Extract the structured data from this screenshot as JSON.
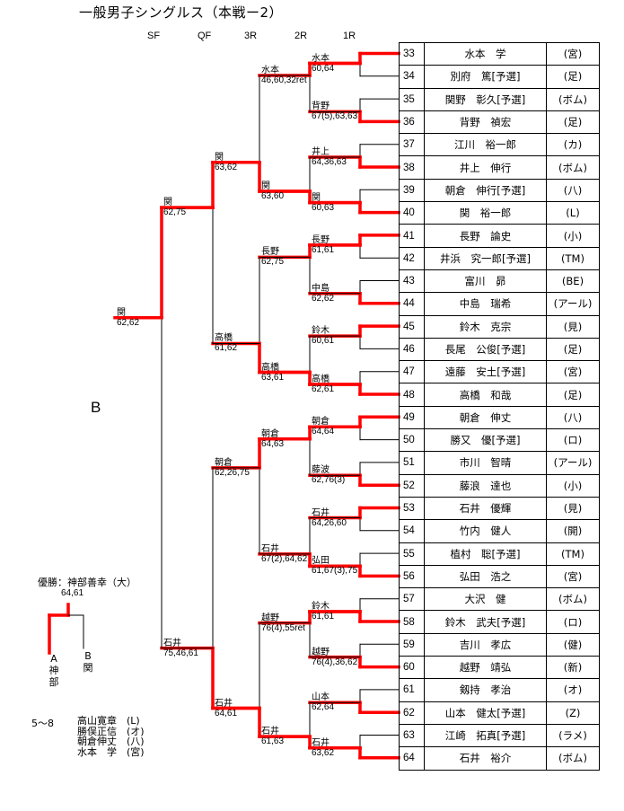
{
  "title": "一般男子シングルス（本戦ー2）",
  "rounds": [
    "SF",
    "QF",
    "3R",
    "2R",
    "1R"
  ],
  "accent_color": "#ff0000",
  "players": [
    {
      "no": "33",
      "name": "水本　学",
      "club": "(宮)"
    },
    {
      "no": "34",
      "name": "別府　篤[予選]",
      "club": "(足)"
    },
    {
      "no": "35",
      "name": "関野　彰久[予選]",
      "club": "(ボム)"
    },
    {
      "no": "36",
      "name": "背野　禎宏",
      "club": "(足)"
    },
    {
      "no": "37",
      "name": "江川　裕一郎",
      "club": "(カ)"
    },
    {
      "no": "38",
      "name": "井上　伸行",
      "club": "(ボム)"
    },
    {
      "no": "39",
      "name": "朝倉　伸行[予選]",
      "club": "(八)"
    },
    {
      "no": "40",
      "name": "関　裕一郎",
      "club": "(L)"
    },
    {
      "no": "41",
      "name": "長野　論史",
      "club": "(小)"
    },
    {
      "no": "42",
      "name": "井浜　究一郎[予選]",
      "club": "(TM)"
    },
    {
      "no": "43",
      "name": "富川　昴",
      "club": "(BE)"
    },
    {
      "no": "44",
      "name": "中島　瑞希",
      "club": "(アール)"
    },
    {
      "no": "45",
      "name": "鈴木　克宗",
      "club": "(見)"
    },
    {
      "no": "46",
      "name": "長尾　公俊[予選]",
      "club": "(足)"
    },
    {
      "no": "47",
      "name": "遠藤　安土[予選]",
      "club": "(宮)"
    },
    {
      "no": "48",
      "name": "高橋　和哉",
      "club": "(足)"
    },
    {
      "no": "49",
      "name": "朝倉　伸丈",
      "club": "(八)"
    },
    {
      "no": "50",
      "name": "勝又　優[予選]",
      "club": "(ロ)"
    },
    {
      "no": "51",
      "name": "市川　智晴",
      "club": "(アール)"
    },
    {
      "no": "52",
      "name": "藤浪　達也",
      "club": "(小)"
    },
    {
      "no": "53",
      "name": "石井　優輝",
      "club": "(見)"
    },
    {
      "no": "54",
      "name": "竹内　健人",
      "club": "(開)"
    },
    {
      "no": "55",
      "name": "植村　聡[予選]",
      "club": "(TM)"
    },
    {
      "no": "56",
      "name": "弘田　浩之",
      "club": "(宮)"
    },
    {
      "no": "57",
      "name": "大沢　健",
      "club": "(ボム)"
    },
    {
      "no": "58",
      "name": "鈴木　武夫[予選]",
      "club": "(ロ)"
    },
    {
      "no": "59",
      "name": "吉川　孝広",
      "club": "(健)"
    },
    {
      "no": "60",
      "name": "越野　靖弘",
      "club": "(新)"
    },
    {
      "no": "61",
      "name": "剱持　孝治",
      "club": "(オ)"
    },
    {
      "no": "62",
      "name": "山本　健太[予選]",
      "club": "(Z)"
    },
    {
      "no": "63",
      "name": "江崎　拓真[予選]",
      "club": "(ラメ)"
    },
    {
      "no": "64",
      "name": "石井　裕介",
      "club": "(ボム)"
    }
  ],
  "r1_results": [
    {
      "winner": "水本",
      "score": "60,64",
      "top_wins": true
    },
    {
      "winner": "背野",
      "score": "67(5),63,63",
      "top_wins": false
    },
    {
      "winner": "井上",
      "score": "64,36,63",
      "top_wins": false
    },
    {
      "winner": "関",
      "score": "60,63",
      "top_wins": false
    },
    {
      "winner": "長野",
      "score": "61,61",
      "top_wins": true
    },
    {
      "winner": "中島",
      "score": "62,62",
      "top_wins": false
    },
    {
      "winner": "鈴木",
      "score": "60,61",
      "top_wins": true
    },
    {
      "winner": "高橋",
      "score": "62,61",
      "top_wins": false
    },
    {
      "winner": "朝倉",
      "score": "64,64",
      "top_wins": true
    },
    {
      "winner": "藤波",
      "score": "62,76(3)",
      "top_wins": false
    },
    {
      "winner": "石井",
      "score": "64,26,60",
      "top_wins": true
    },
    {
      "winner": "弘田",
      "score": "61,67(3),75",
      "top_wins": false
    },
    {
      "winner": "鈴木",
      "score": "61,61",
      "top_wins": false
    },
    {
      "winner": "越野",
      "score": "76(4),36,62",
      "top_wins": false
    },
    {
      "winner": "山本",
      "score": "62,64",
      "top_wins": false
    },
    {
      "winner": "石井",
      "score": "63,62",
      "top_wins": false
    }
  ],
  "r2_results": [
    {
      "winner": "水本",
      "score": "46,60,32ret",
      "top_wins": true
    },
    {
      "winner": "関",
      "score": "63,60",
      "top_wins": false
    },
    {
      "winner": "長野",
      "score": "62,75",
      "top_wins": true
    },
    {
      "winner": "高橋",
      "score": "63,61",
      "top_wins": false
    },
    {
      "winner": "朝倉",
      "score": "64,63",
      "top_wins": true
    },
    {
      "winner": "石井",
      "score": "67(2),64,62",
      "top_wins": false
    },
    {
      "winner": "越野",
      "score": "76(4),55ret",
      "top_wins": true
    },
    {
      "winner": "石井",
      "score": "61,63",
      "top_wins": false
    }
  ],
  "r3_results": [
    {
      "winner": "関",
      "score": "63,62",
      "top_wins": false
    },
    {
      "winner": "高橋",
      "score": "61,62",
      "top_wins": false
    },
    {
      "winner": "朝倉",
      "score": "62,26,75",
      "top_wins": true
    },
    {
      "winner": "石井",
      "score": "64,61",
      "top_wins": false
    }
  ],
  "qf_results": [
    {
      "winner": "関",
      "score": "62,75",
      "top_wins": true
    },
    {
      "winner": "石井",
      "score": "75,46,61",
      "top_wins": false
    }
  ],
  "sf_result": {
    "winner": "関",
    "score": "62,62",
    "top_wins": true
  },
  "block_label": "B",
  "final": {
    "champion_text": "優勝：神部善幸（大）",
    "score": "64,61",
    "a_label": "A",
    "a_name": "神部",
    "b_label": "B",
    "b_name": "関"
  },
  "ranked": {
    "label": "5～8",
    "players": [
      "高山寛章　(L)",
      "勝俣正信　(オ)",
      "朝倉伸丈　(八)",
      "水本　学　(宮)"
    ]
  }
}
